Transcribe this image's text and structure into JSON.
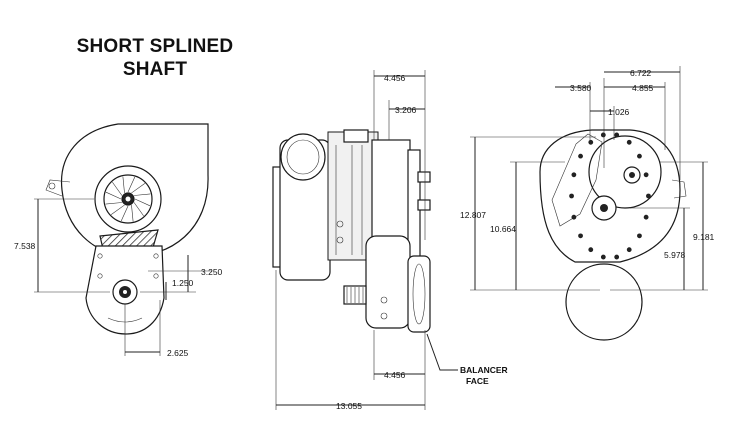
{
  "title": {
    "line1": "SHORT SPLINED",
    "line2": "SHAFT"
  },
  "front_view": {
    "dims": {
      "height_total": "7.538",
      "pulley_drop": "3.250",
      "shaft_offset": "1.250",
      "pulley_center": "2.625"
    }
  },
  "side_view": {
    "dims": {
      "top_length": "4.456",
      "top_mid": "3.206",
      "bottom_length": "4.456",
      "overall": "13.055"
    },
    "callout": {
      "line1": "BALANCER",
      "line2": "FACE"
    }
  },
  "rear_view": {
    "dims": {
      "width_total": "6.722",
      "width_a": "3.580",
      "width_b": "4.855",
      "width_c": "1.026",
      "height_total": "12.807",
      "height_a": "10.664",
      "height_b": "9.181",
      "height_c": "5.978"
    }
  },
  "colors": {
    "line": "#1a1a1a",
    "background": "#ffffff"
  }
}
